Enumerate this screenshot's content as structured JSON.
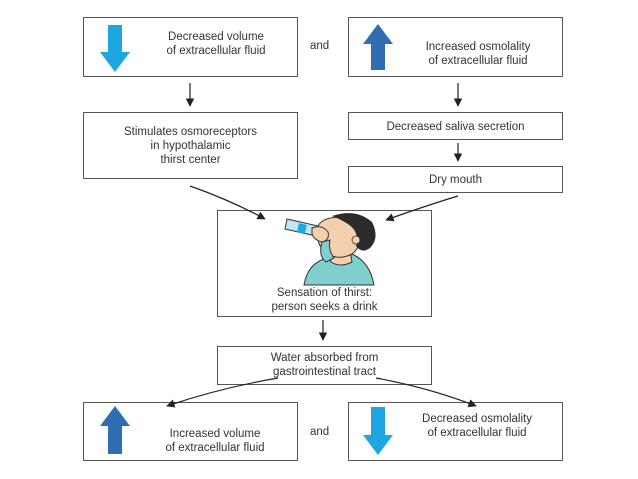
{
  "boxes": {
    "decreased_volume": "Decreased volume\nof extracellular fluid",
    "increased_osmolality": "Increased osmolality\nof extracellular fluid",
    "stimulates_osmoreceptors": "Stimulates osmoreceptors\nin hypothalamic\nthirst center",
    "decreased_saliva": "Decreased saliva secretion",
    "dry_mouth": "Dry mouth",
    "sensation_of_thirst": "Sensation of thirst:\nperson seeks a drink",
    "water_absorbed": "Water absorbed from\ngastrointestinal tract",
    "increased_volume": "Increased volume\nof extracellular fluid",
    "decreased_osmolality": "Decreased osmolality\nof extracellular fluid"
  },
  "connectors": {
    "and_top": "and",
    "and_bottom": "and"
  },
  "colors": {
    "arrow_up": "#2f6fb0",
    "arrow_down": "#1ea6e3",
    "box_border": "#555555",
    "line": "#222222",
    "skin": "#f5cfae",
    "shirt": "#7fcfcf",
    "hair": "#2b2b2b",
    "bottle": "#bfe6f5"
  }
}
